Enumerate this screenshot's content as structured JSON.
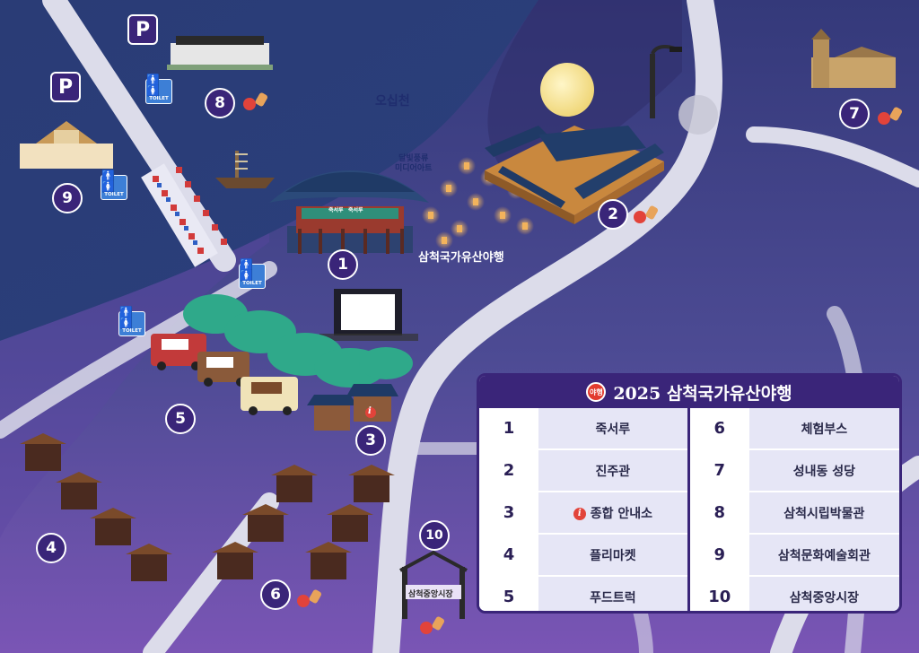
{
  "map": {
    "river_label": "오십천",
    "media_art_label": "달빛풍류\n미디어아트",
    "festival_label": "삼척국가유산야행",
    "market_sign": "삼척중앙시장",
    "parking_symbol": "P",
    "toilet_label": "TOILET",
    "pavilion_sign_left": "죽서루",
    "pavilion_sign_right": "죽서루",
    "info_symbol": "i"
  },
  "badges": [
    "1",
    "2",
    "3",
    "4",
    "5",
    "6",
    "7",
    "8",
    "9",
    "10"
  ],
  "legend": {
    "logo_text": "야행",
    "title": "2025 삼척국가유산야행",
    "items": [
      {
        "num": "1",
        "name": "죽서루"
      },
      {
        "num": "2",
        "name": "진주관"
      },
      {
        "num": "3",
        "name": "종합 안내소",
        "info_icon": true
      },
      {
        "num": "4",
        "name": "플리마켓"
      },
      {
        "num": "5",
        "name": "푸드트럭"
      },
      {
        "num": "6",
        "name": "체험부스"
      },
      {
        "num": "7",
        "name": "성내동 성당"
      },
      {
        "num": "8",
        "name": "삼척시립박물관"
      },
      {
        "num": "9",
        "name": "삼척문화예술회관"
      },
      {
        "num": "10",
        "name": "삼척중앙시장"
      }
    ]
  },
  "colors": {
    "background": "#2b2a64",
    "land_upper": "#3c3e82",
    "land_lower": "#6a4da8",
    "river": "#2a4178",
    "road": "#dcdcea",
    "badge": "#3a2579",
    "accent_red": "#e23b2e"
  }
}
